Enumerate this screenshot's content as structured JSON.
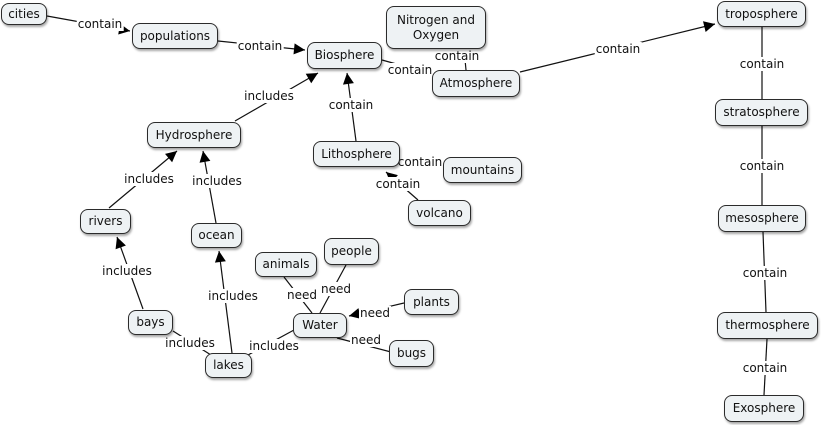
{
  "diagram": {
    "nodes": [
      {
        "id": "cities",
        "label": "cities"
      },
      {
        "id": "populations",
        "label": "populations"
      },
      {
        "id": "biosphere",
        "label": "Biosphere"
      },
      {
        "id": "nitrogen_oxygen",
        "label": "Nitrogen and\nOxygen"
      },
      {
        "id": "atmosphere",
        "label": "Atmosphere"
      },
      {
        "id": "troposphere",
        "label": "troposphere"
      },
      {
        "id": "stratosphere",
        "label": "stratosphere"
      },
      {
        "id": "mesosphere",
        "label": "mesosphere"
      },
      {
        "id": "thermosphere",
        "label": "thermosphere"
      },
      {
        "id": "exosphere",
        "label": "Exosphere"
      },
      {
        "id": "hydrosphere",
        "label": "Hydrosphere"
      },
      {
        "id": "lithosphere",
        "label": "Lithosphere"
      },
      {
        "id": "mountains",
        "label": "mountains"
      },
      {
        "id": "volcano",
        "label": "volcano"
      },
      {
        "id": "rivers",
        "label": "rivers"
      },
      {
        "id": "ocean",
        "label": "ocean"
      },
      {
        "id": "bays",
        "label": "bays"
      },
      {
        "id": "lakes",
        "label": "lakes"
      },
      {
        "id": "animals",
        "label": "animals"
      },
      {
        "id": "people",
        "label": "people"
      },
      {
        "id": "water",
        "label": "Water"
      },
      {
        "id": "plants",
        "label": "plants"
      },
      {
        "id": "bugs",
        "label": "bugs"
      }
    ],
    "links": [
      {
        "id": "l1",
        "label": "contain"
      },
      {
        "id": "l2",
        "label": "contain"
      },
      {
        "id": "l3",
        "label": "contain"
      },
      {
        "id": "l4",
        "label": "contain"
      },
      {
        "id": "l5",
        "label": "contain"
      },
      {
        "id": "l6",
        "label": "contain"
      },
      {
        "id": "l7",
        "label": "contain"
      },
      {
        "id": "l8",
        "label": "contain"
      },
      {
        "id": "l9",
        "label": "contain"
      },
      {
        "id": "l10",
        "label": "contain"
      },
      {
        "id": "l11",
        "label": "contain"
      },
      {
        "id": "l12",
        "label": "includes"
      },
      {
        "id": "l13",
        "label": "includes"
      },
      {
        "id": "l14",
        "label": "includes"
      },
      {
        "id": "l15",
        "label": "includes"
      },
      {
        "id": "l16",
        "label": "includes"
      },
      {
        "id": "l17",
        "label": "includes"
      },
      {
        "id": "l18",
        "label": "includes"
      },
      {
        "id": "l19",
        "label": "need"
      },
      {
        "id": "l20",
        "label": "need"
      },
      {
        "id": "l21",
        "label": "need"
      },
      {
        "id": "l22",
        "label": "need"
      }
    ]
  }
}
